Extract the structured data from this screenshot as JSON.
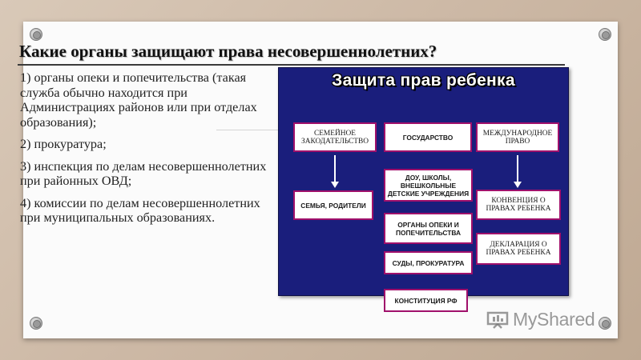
{
  "slide": {
    "title": "Какие органы защищают права несовершеннолетних?",
    "list": [
      "1) органы опеки и попечительства (такая служба обычно находится при Администрациях районов или при отделах образования);",
      "2) прокуратура;",
      "3) инспекция по делам несовершеннолетних при районных ОВД;",
      "4) комиссии по делам несовершеннолетних при муниципальных образованиях."
    ]
  },
  "diagram": {
    "title": "Защита прав ребенка",
    "top": {
      "left": "СЕМЕЙНОЕ ЗАКОДАТЕЛЬСТВО",
      "center": "ГОСУДАРСТВО",
      "right": "МЕЖДУНАРОДНОЕ ПРАВО"
    },
    "left_child": "СЕМЬЯ, РОДИТЕЛИ",
    "center_children": [
      "ДОУ, ШКОЛЫ, ВНЕШКОЛЬНЫЕ ДЕТСКИЕ УЧРЕЖДЕНИЯ",
      "ОРГАНЫ ОПЕКИ И ПОПЕЧИТЕЛЬСТВА",
      "СУДЫ, ПРОКУРАТУРА",
      "КОНСТИТУЦИЯ РФ"
    ],
    "right_children": [
      "КОНВЕНЦИЯ О ПРАВАХ РЕБЕНКА",
      "ДЕКЛАРАЦИЯ О ПРАВАХ РЕБЕНКА"
    ]
  },
  "watermark": "MyShared",
  "colors": {
    "panel": "#1a1e7c",
    "box_border": "#a0106b",
    "background": "#cdb9a6"
  }
}
